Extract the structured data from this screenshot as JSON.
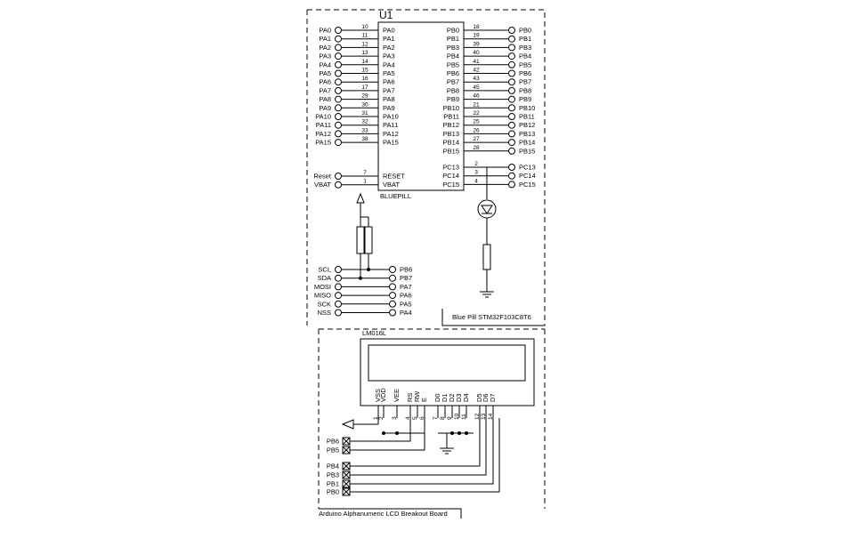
{
  "chip": {
    "ref": "U1",
    "name": "BLUEPILL",
    "left_pins": [
      {
        "net": "PA0",
        "num": "10",
        "label": "PA0"
      },
      {
        "net": "PA1",
        "num": "11",
        "label": "PA1"
      },
      {
        "net": "PA2",
        "num": "12",
        "label": "PA2"
      },
      {
        "net": "PA3",
        "num": "13",
        "label": "PA3"
      },
      {
        "net": "PA4",
        "num": "14",
        "label": "PA4"
      },
      {
        "net": "PA5",
        "num": "15",
        "label": "PA5"
      },
      {
        "net": "PA6",
        "num": "16",
        "label": "PA6"
      },
      {
        "net": "PA7",
        "num": "17",
        "label": "PA7"
      },
      {
        "net": "PA8",
        "num": "29",
        "label": "PA8"
      },
      {
        "net": "PA9",
        "num": "30",
        "label": "PA9"
      },
      {
        "net": "PA10",
        "num": "31",
        "label": "PA10"
      },
      {
        "net": "PA11",
        "num": "32",
        "label": "PA11"
      },
      {
        "net": "PA12",
        "num": "33",
        "label": "PA12"
      },
      {
        "net": "PA15",
        "num": "38",
        "label": "PA15"
      }
    ],
    "left_special": [
      {
        "net": "Reset",
        "num": "7",
        "label": "RESET"
      },
      {
        "net": "VBAT",
        "num": "1",
        "label": "VBAT"
      }
    ],
    "right_pins": [
      {
        "net": "PB0",
        "num": "18",
        "label": "PB0"
      },
      {
        "net": "PB1",
        "num": "19",
        "label": "PB1"
      },
      {
        "net": "PB3",
        "num": "39",
        "label": "PB3"
      },
      {
        "net": "PB4",
        "num": "40",
        "label": "PB4"
      },
      {
        "net": "PB5",
        "num": "41",
        "label": "PB5"
      },
      {
        "net": "PB6",
        "num": "42",
        "label": "PB6"
      },
      {
        "net": "PB7",
        "num": "43",
        "label": "PB7"
      },
      {
        "net": "PB8",
        "num": "45",
        "label": "PB8"
      },
      {
        "net": "PB9",
        "num": "46",
        "label": "PB9"
      },
      {
        "net": "PB10",
        "num": "21",
        "label": "PB10"
      },
      {
        "net": "PB11",
        "num": "22",
        "label": "PB11"
      },
      {
        "net": "PB12",
        "num": "25",
        "label": "PB12"
      },
      {
        "net": "PB13",
        "num": "26",
        "label": "PB13"
      },
      {
        "net": "PB14",
        "num": "27",
        "label": "PB14"
      },
      {
        "net": "PB15",
        "num": "28",
        "label": "PB15"
      }
    ],
    "right_special": [
      {
        "net": "PC13",
        "num": "2",
        "label": "PC13"
      },
      {
        "net": "PC14",
        "num": "3",
        "label": "PC14"
      },
      {
        "net": "PC15",
        "num": "4",
        "label": "PC15"
      }
    ]
  },
  "spi_i2c": {
    "left": [
      "SCL",
      "SDA",
      "MOSI",
      "MISO",
      "SCK",
      "NSS"
    ],
    "right": [
      "PB6",
      "PB7",
      "PA7",
      "PA6",
      "PA5",
      "PA4"
    ]
  },
  "board1_label": "Blue Pill STM32F103C8T6",
  "lcd": {
    "name": "LM016L",
    "pin_names": [
      "VSS",
      "VDD",
      "VEE",
      "RS",
      "RW",
      "E",
      "D0",
      "D1",
      "D2",
      "D3",
      "D4",
      "D5",
      "D6",
      "D7"
    ],
    "pin_nums": [
      "1",
      "2",
      "3",
      "4",
      "5",
      "6",
      "7",
      "8",
      "9",
      "10",
      "11",
      "12",
      "13",
      "14"
    ]
  },
  "connectors": [
    "PB6",
    "PB5",
    "PB4",
    "PB3",
    "PB1",
    "PB0"
  ],
  "board2_label": "Arduino Alphanumeric LCD Breakout Board"
}
